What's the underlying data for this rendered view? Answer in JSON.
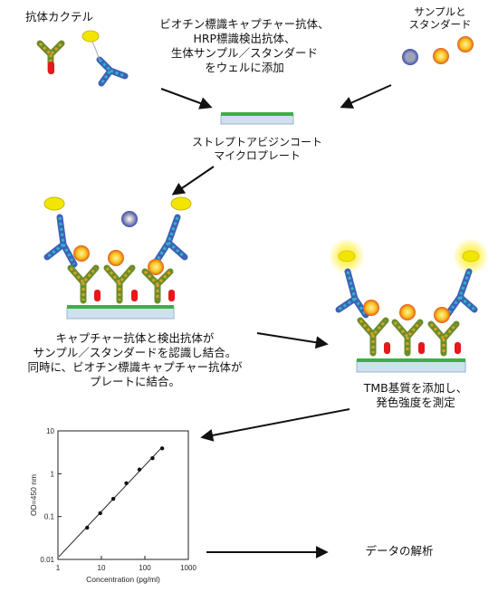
{
  "labels": {
    "cocktail": "抗体カクテル",
    "add_line1": "ビオチン標識キャプチャー抗体、",
    "add_line2": "HRP標識検出抗体、",
    "add_line3": "生体サンプル／スタンダード",
    "add_line4": "をウェルに添加",
    "sample_line1": "サンプルと",
    "sample_line2": "スタンダード",
    "plate_line1": "ストレプトアビジンコート",
    "plate_line2": "マイクロプレート",
    "bind_line1": "キャプチャー抗体と検出抗体が",
    "bind_line2": "サンプル／スタンダードを認識し結合。",
    "bind_line3": "同時に、ビオチン標識キャプチャー抗体が",
    "bind_line4": "プレートに結合。",
    "tmb_line1": "TMB基質を添加し、",
    "tmb_line2": "発色強度を測定",
    "analysis": "データの解析"
  },
  "colors": {
    "plate_green": "#3cb043",
    "plate_body": "#cfe0f0",
    "hrp_yellow": "#f2e600",
    "biotin_red": "#e8171b",
    "antigen_orange": "#f7941d"
  },
  "chart_data": {
    "type": "scatter",
    "xlabel": "Concentration (pg/ml)",
    "ylabel": "OD=450 nm",
    "xscale": "log",
    "yscale": "log",
    "xlim": [
      1,
      1000
    ],
    "ylim": [
      0.01,
      10
    ],
    "xticks": [
      "1",
      "10",
      "100",
      "1000"
    ],
    "yticks": [
      "10",
      "1",
      "0.1",
      "0.01"
    ],
    "x": [
      4.7,
      9.4,
      18.75,
      37.5,
      75,
      150,
      250
    ],
    "y": [
      0.055,
      0.12,
      0.26,
      0.6,
      1.25,
      2.3,
      3.9
    ],
    "fit_line": true
  }
}
